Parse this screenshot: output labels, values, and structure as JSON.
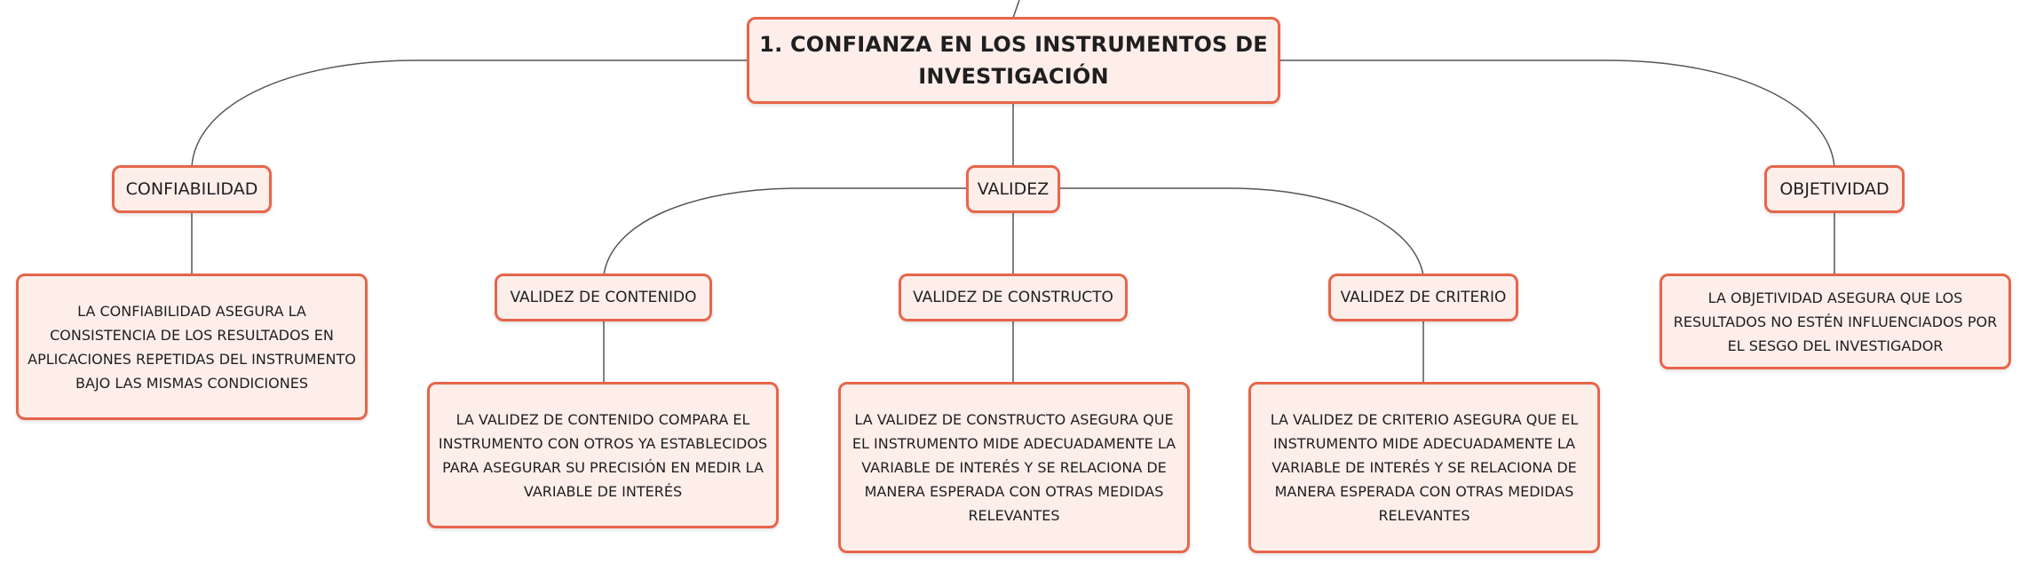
{
  "root": {
    "label": "1. CONFIANZA EN LOS INSTRUMENTOS DE INVESTIGACIÓN"
  },
  "branches": {
    "confiabilidad": {
      "label": "CONFIABILIDAD",
      "description": "LA CONFIABILIDAD ASEGURA LA CONSISTENCIA DE LOS RESULTADOS EN APLICACIONES REPETIDAS DEL INSTRUMENTO BAJO LAS MISMAS CONDICIONES"
    },
    "validez": {
      "label": "VALIDEZ",
      "children": {
        "contenido": {
          "label": "VALIDEZ DE CONTENIDO",
          "description": "LA VALIDEZ DE CONTENIDO COMPARA EL INSTRUMENTO CON OTROS YA ESTABLECIDOS PARA ASEGURAR SU PRECISIÓN EN MEDIR LA VARIABLE DE INTERÉS"
        },
        "constructo": {
          "label": "VALIDEZ DE CONSTRUCTO",
          "description": "LA VALIDEZ DE CONSTRUCTO ASEGURA QUE EL INSTRUMENTO MIDE ADECUADAMENTE LA VARIABLE DE INTERÉS Y SE RELACIONA DE MANERA ESPERADA CON OTRAS MEDIDAS RELEVANTES"
        },
        "criterio": {
          "label": "VALIDEZ DE CRITERIO",
          "description": "LA VALIDEZ DE CRITERIO ASEGURA QUE EL INSTRUMENTO MIDE ADECUADAMENTE LA VARIABLE DE INTERÉS Y SE RELACIONA DE MANERA ESPERADA CON OTRAS MEDIDAS RELEVANTES"
        }
      }
    },
    "objetividad": {
      "label": "OBJETIVIDAD",
      "description": "LA OBJETIVIDAD ASEGURA QUE LOS RESULTADOS NO ESTÉN INFLUENCIADOS POR EL SESGO DEL INVESTIGADOR"
    }
  },
  "colors": {
    "node_border": "#e8654a",
    "node_fill": "#fdeeea",
    "connector": "#555555"
  }
}
